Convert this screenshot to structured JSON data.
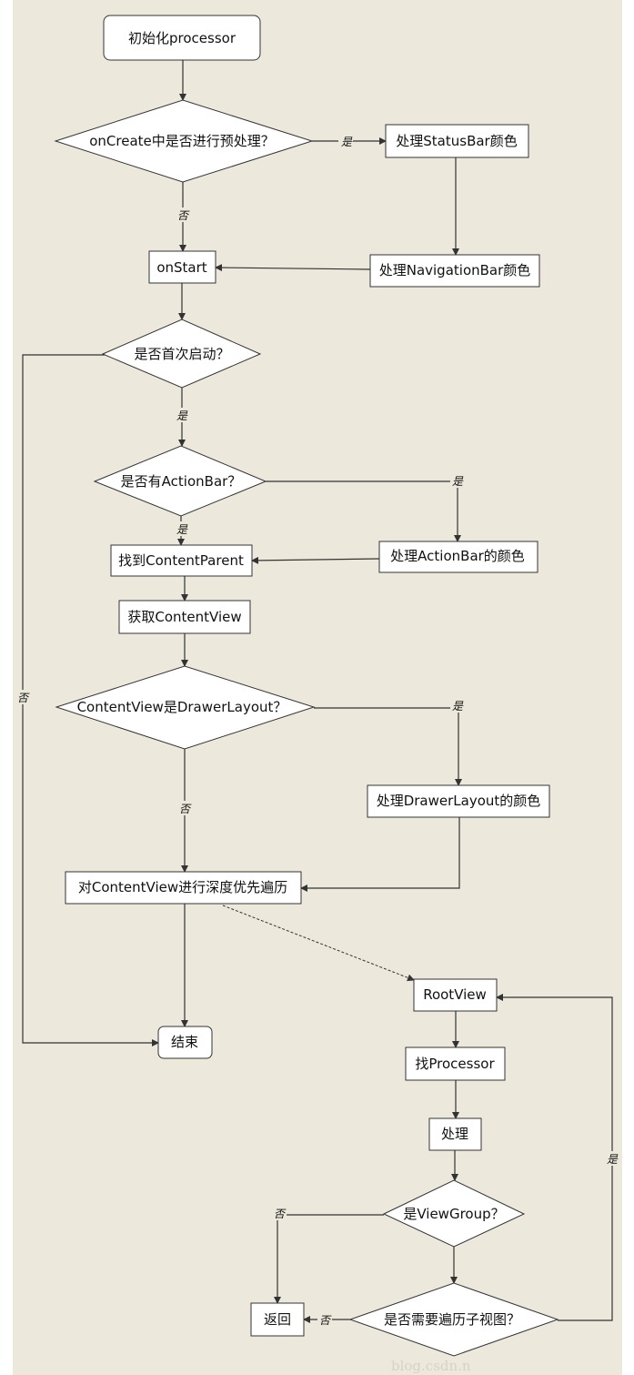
{
  "nodes": {
    "init": "初始化processor",
    "q_precreate": "onCreate中是否进行预处理？",
    "statusbar": "处理StatusBar颜色",
    "navbar": "处理NavigationBar颜色",
    "onstart": "onStart",
    "q_first": "是否首次启动？",
    "q_actionbar": "是否有ActionBar？",
    "actionbar_color": "处理ActionBar的颜色",
    "find_parent": "找到ContentParent",
    "get_view": "获取ContentView",
    "q_drawer": "ContentView是DrawerLayout？",
    "drawer_color": "处理DrawerLayout的颜色",
    "dfs": "对ContentView进行深度优先遍历",
    "end": "结束",
    "rootview": "RootView",
    "find_processor": "找Processor",
    "process": "处理",
    "q_viewgroup": "是ViewGroup？",
    "q_traverse": "是否需要遍历子视图？",
    "return": "返回"
  },
  "edge_labels": {
    "yes": "是",
    "no": "否"
  },
  "watermark": "blog.csdn.n",
  "colors": {
    "background": "#ece9dc",
    "node_fill": "#ffffff",
    "stroke": "#333333"
  }
}
